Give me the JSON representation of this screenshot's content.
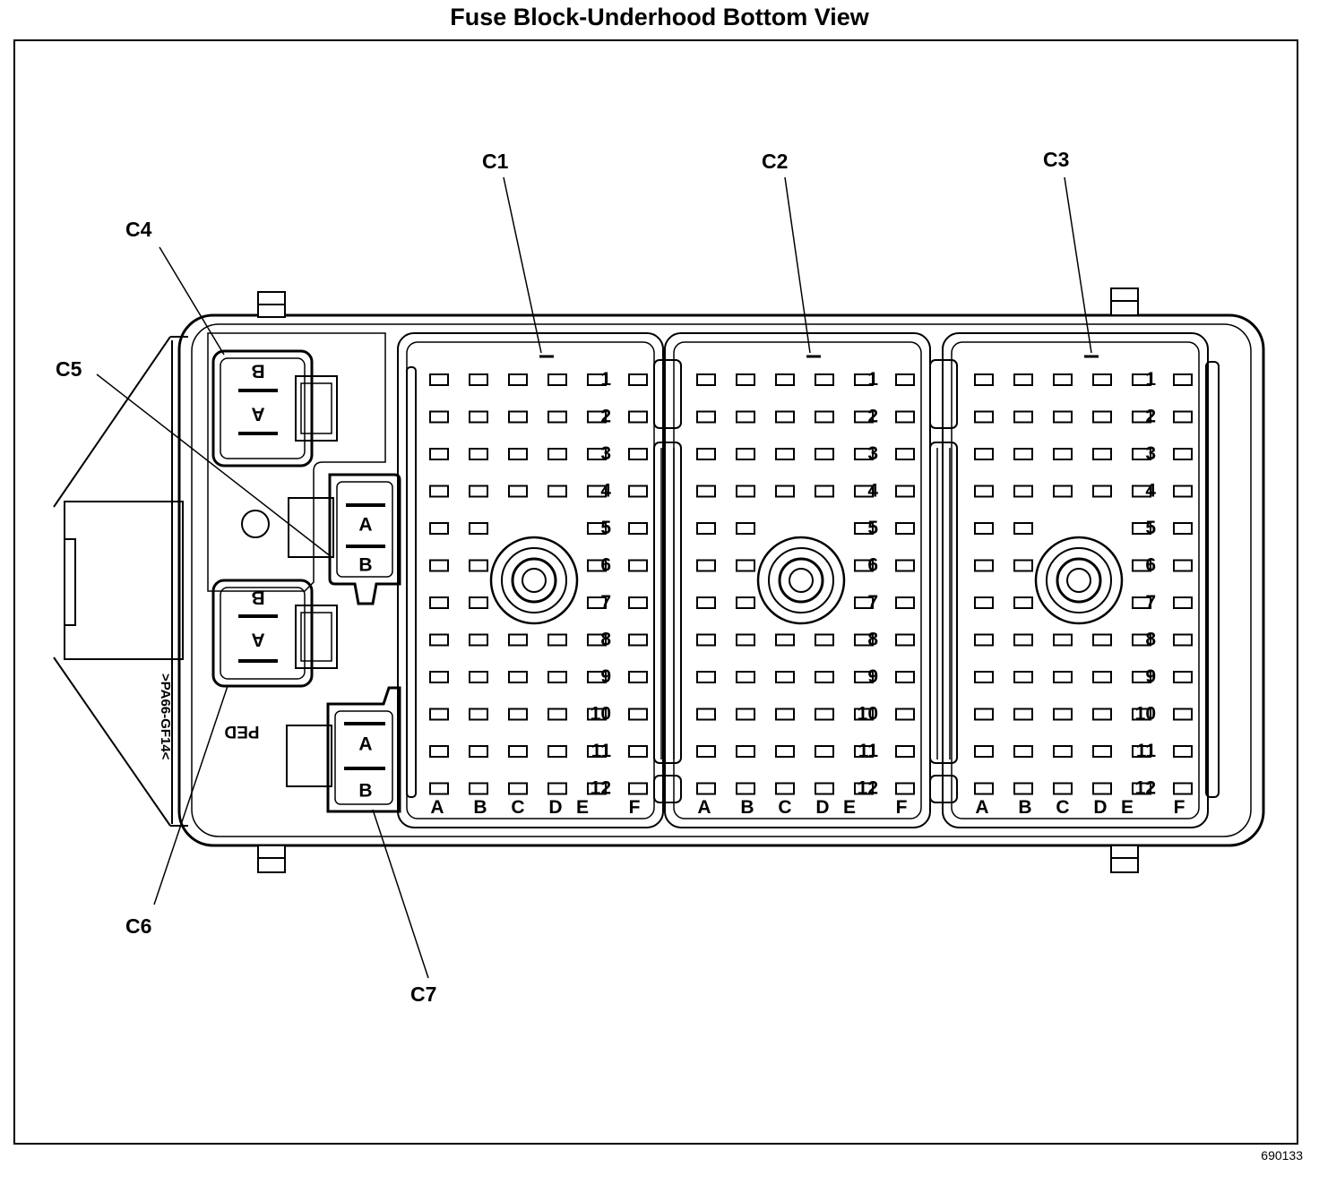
{
  "title": "Fuse Block-Underhood Bottom View",
  "figure_id": "690133",
  "connector_labels": [
    "C1",
    "C2",
    "C3",
    "C4",
    "C5",
    "C6",
    "C7"
  ],
  "row_numbers": [
    "1",
    "2",
    "3",
    "4",
    "5",
    "6",
    "7",
    "8",
    "9",
    "10",
    "11",
    "12"
  ],
  "column_letters": [
    "A",
    "B",
    "C",
    "D",
    "E",
    "F"
  ],
  "cavity_labels": {
    "a": "A",
    "b": "B"
  },
  "housing_text": {
    "material": ">PA66-GF14<",
    "mark": "PED"
  }
}
